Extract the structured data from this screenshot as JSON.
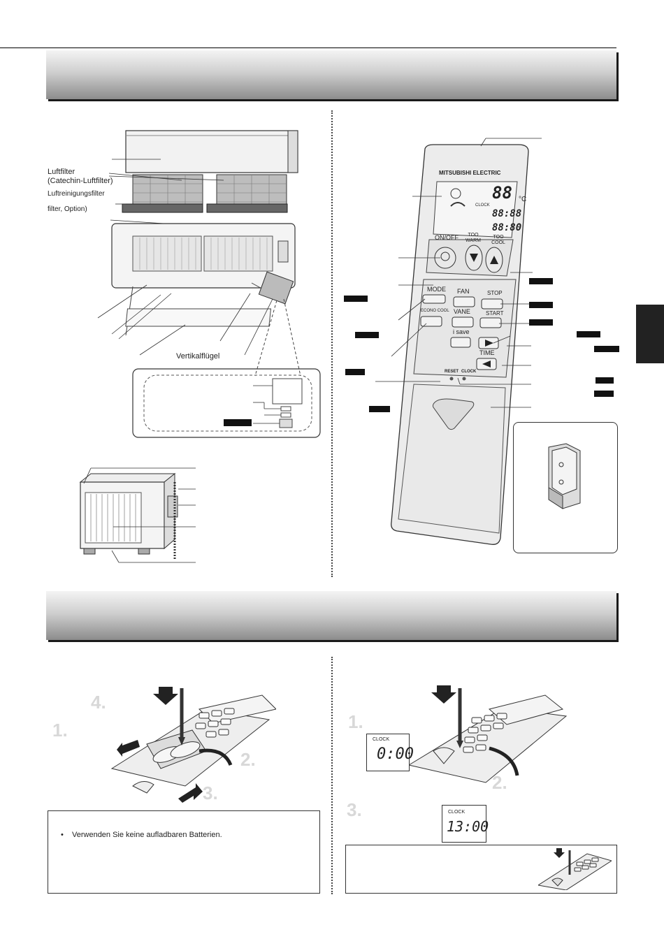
{
  "indoor_labels": {
    "air_filter": "Luftfilter",
    "air_filter_sub": "(Catechin-Luftfilter)",
    "cleaning_filter": "Luftreinigungsfilter",
    "cleaning_filter_sub": "filter, Option)",
    "vertical_vane": "Vertikalflügel"
  },
  "remote": {
    "brand": "MITSUBISHI ELECTRIC",
    "display_temp": "88",
    "display_unit": "°C",
    "display_clock_label": "CLOCK",
    "display_time1": "88:88",
    "display_time2": "88:80",
    "btn_onoff": "ON/OFF",
    "btn_too_warm": "TOO WARM",
    "btn_too_cool": "TOO COOL",
    "btn_mode": "MODE",
    "btn_fan": "FAN",
    "btn_stop": "STOP",
    "btn_vane": "VANE",
    "btn_start": "START",
    "btn_econo": "ECONO COOL",
    "btn_isave": "i save",
    "btn_time": "TIME",
    "lbl_reset": "RESET",
    "lbl_clock": "CLOCK"
  },
  "battery_steps": {
    "s1": "1.",
    "s2": "2.",
    "s3": "3.",
    "s4": "4.",
    "note": "Verwenden Sie keine aufladbaren Batterien."
  },
  "clock_steps": {
    "s1": "1.",
    "s2": "2.",
    "s3": "3.",
    "clock_label": "CLOCK",
    "time_blink": "0:00",
    "time_set": "13:00"
  }
}
